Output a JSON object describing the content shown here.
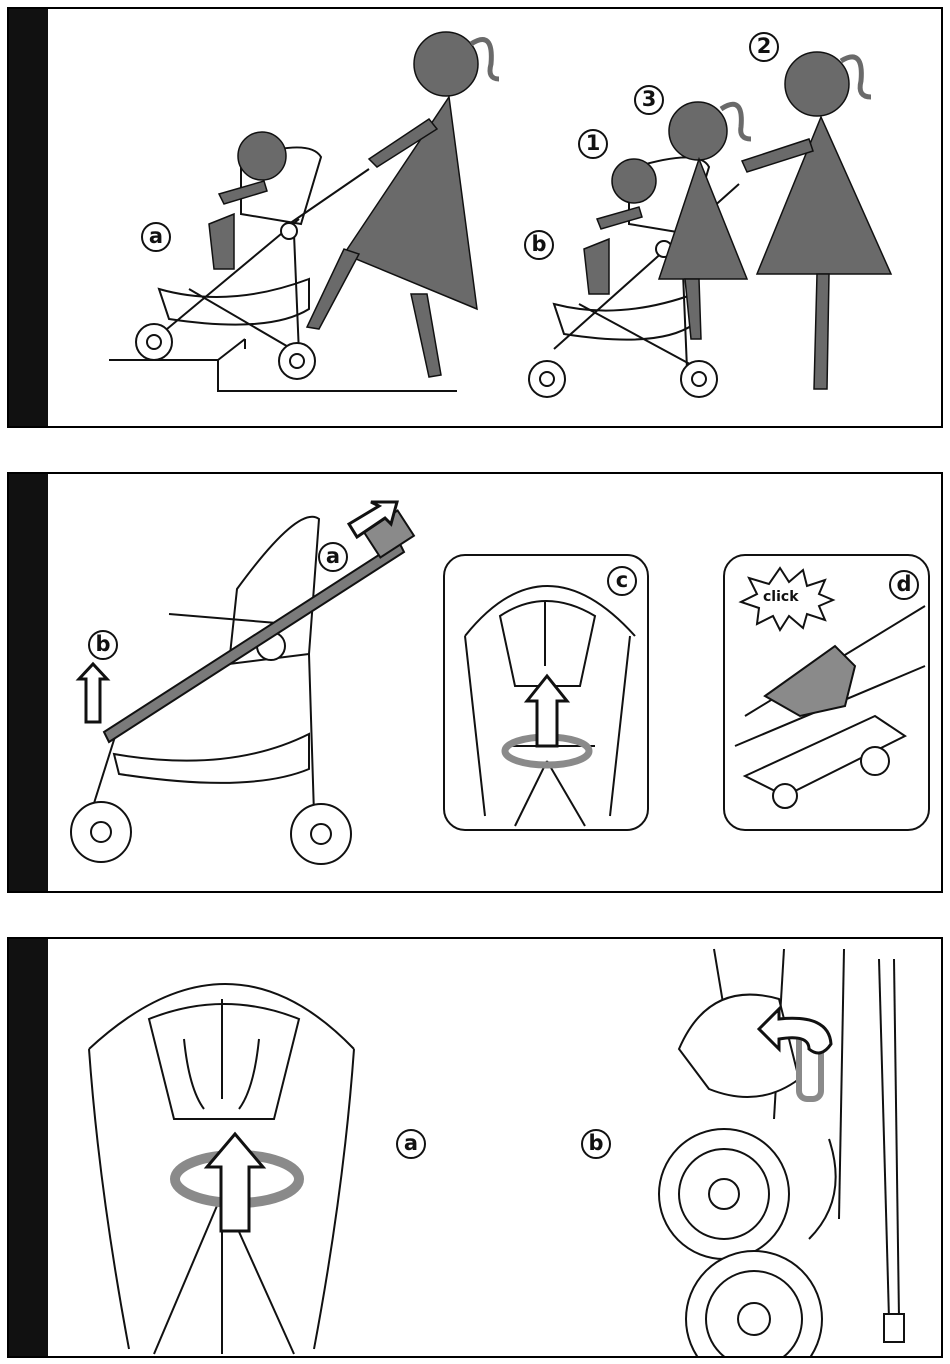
{
  "panel1": {
    "labels": {
      "a": "a",
      "b": "b"
    },
    "steps": [
      "1",
      "2",
      "3"
    ]
  },
  "panel2": {
    "labels": {
      "a": "a",
      "b": "b",
      "c": "c",
      "d": "d"
    },
    "click_text": "click"
  },
  "panel3": {
    "labels": {
      "a": "a",
      "b": "b"
    }
  },
  "colors": {
    "figure_gray": "#6a6a6a",
    "line": "#111111",
    "bar": "#111111",
    "highlight_gray": "#9a9a9a"
  }
}
